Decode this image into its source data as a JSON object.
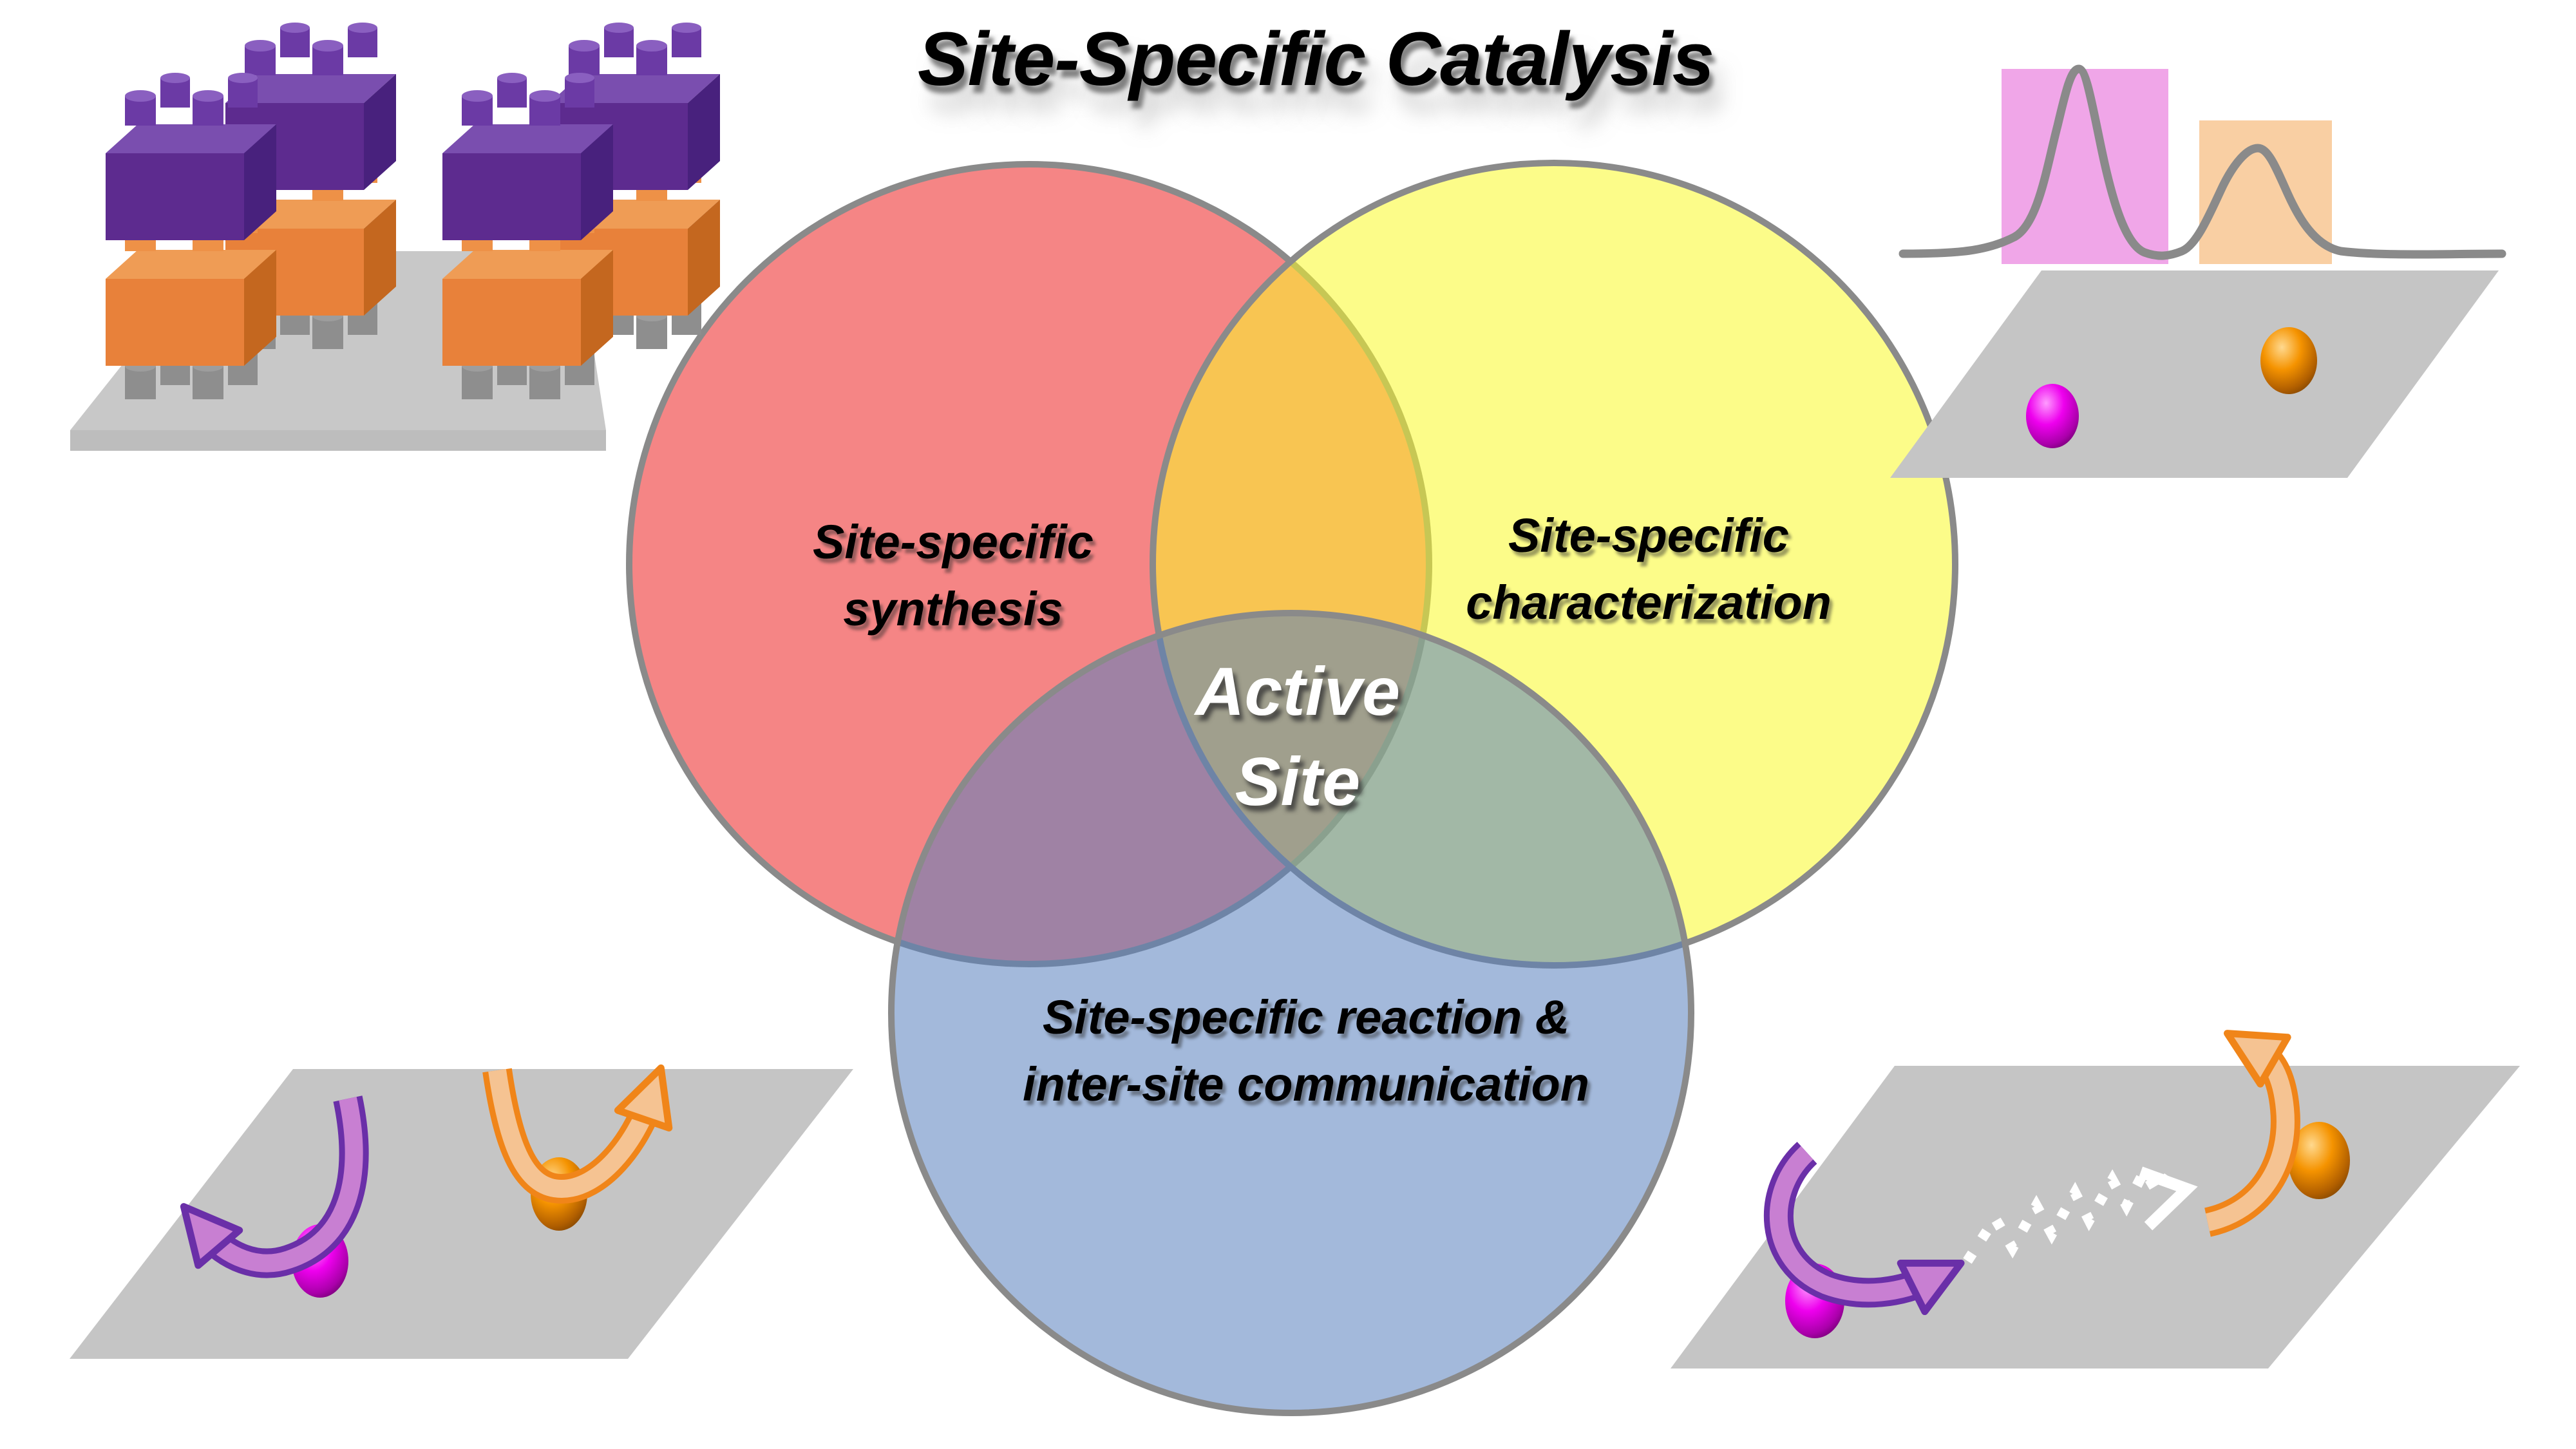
{
  "title": "Site-Specific Catalysis",
  "venn": {
    "stroke_color": "#8a8a8a",
    "synthesis": {
      "line1": "Site-specific",
      "line2": "synthesis",
      "fill": "rgba(240,68,68,0.65)"
    },
    "characterization": {
      "line1": "Site-specific",
      "line2": "characterization",
      "fill": "rgba(250,250,40,0.55)"
    },
    "reaction": {
      "line1": "Site-specific reaction &",
      "line2": "inter-site communication",
      "fill": "rgba(88,128,190,0.55)"
    },
    "center": {
      "line1": "Active",
      "line2": "Site"
    }
  },
  "colors": {
    "text_black": "#000000",
    "center_text": "#ffffff",
    "platform_top": "#c8c8c8",
    "platform_front": "#bdbdbd",
    "platform_flat": "#c5c5c5",
    "brick_purple_front": "#5d2b8f",
    "brick_purple_top": "#7a4eaf",
    "brick_purple_side": "#48217d",
    "stud_purple": "#6b3aa5",
    "stud_purple_top": "#8a5fc0",
    "brick_orange_front": "#e8813a",
    "brick_orange_top": "#ef9c55",
    "brick_orange_side": "#c4671f",
    "stud_orange": "#ee9147",
    "stud_orange_top": "#f5af75",
    "stud_gray": "#8e8e8e",
    "stud_gray_top": "#9d9d9d",
    "sphere_magenta": "#ee00ee",
    "sphere_orange": "#f59300",
    "arrow_purple_fill": "#c87fd2",
    "arrow_purple_stroke": "#6a2fa8",
    "arrow_orange_fill": "#f5c392",
    "arrow_orange_stroke": "#f08519",
    "spectrum_line": "#8a8a8a",
    "peak_highlight_pink": "#f0a6e8",
    "peak_highlight_orange": "#f9cfa3",
    "zigzag_arrow": "#ffffff"
  }
}
